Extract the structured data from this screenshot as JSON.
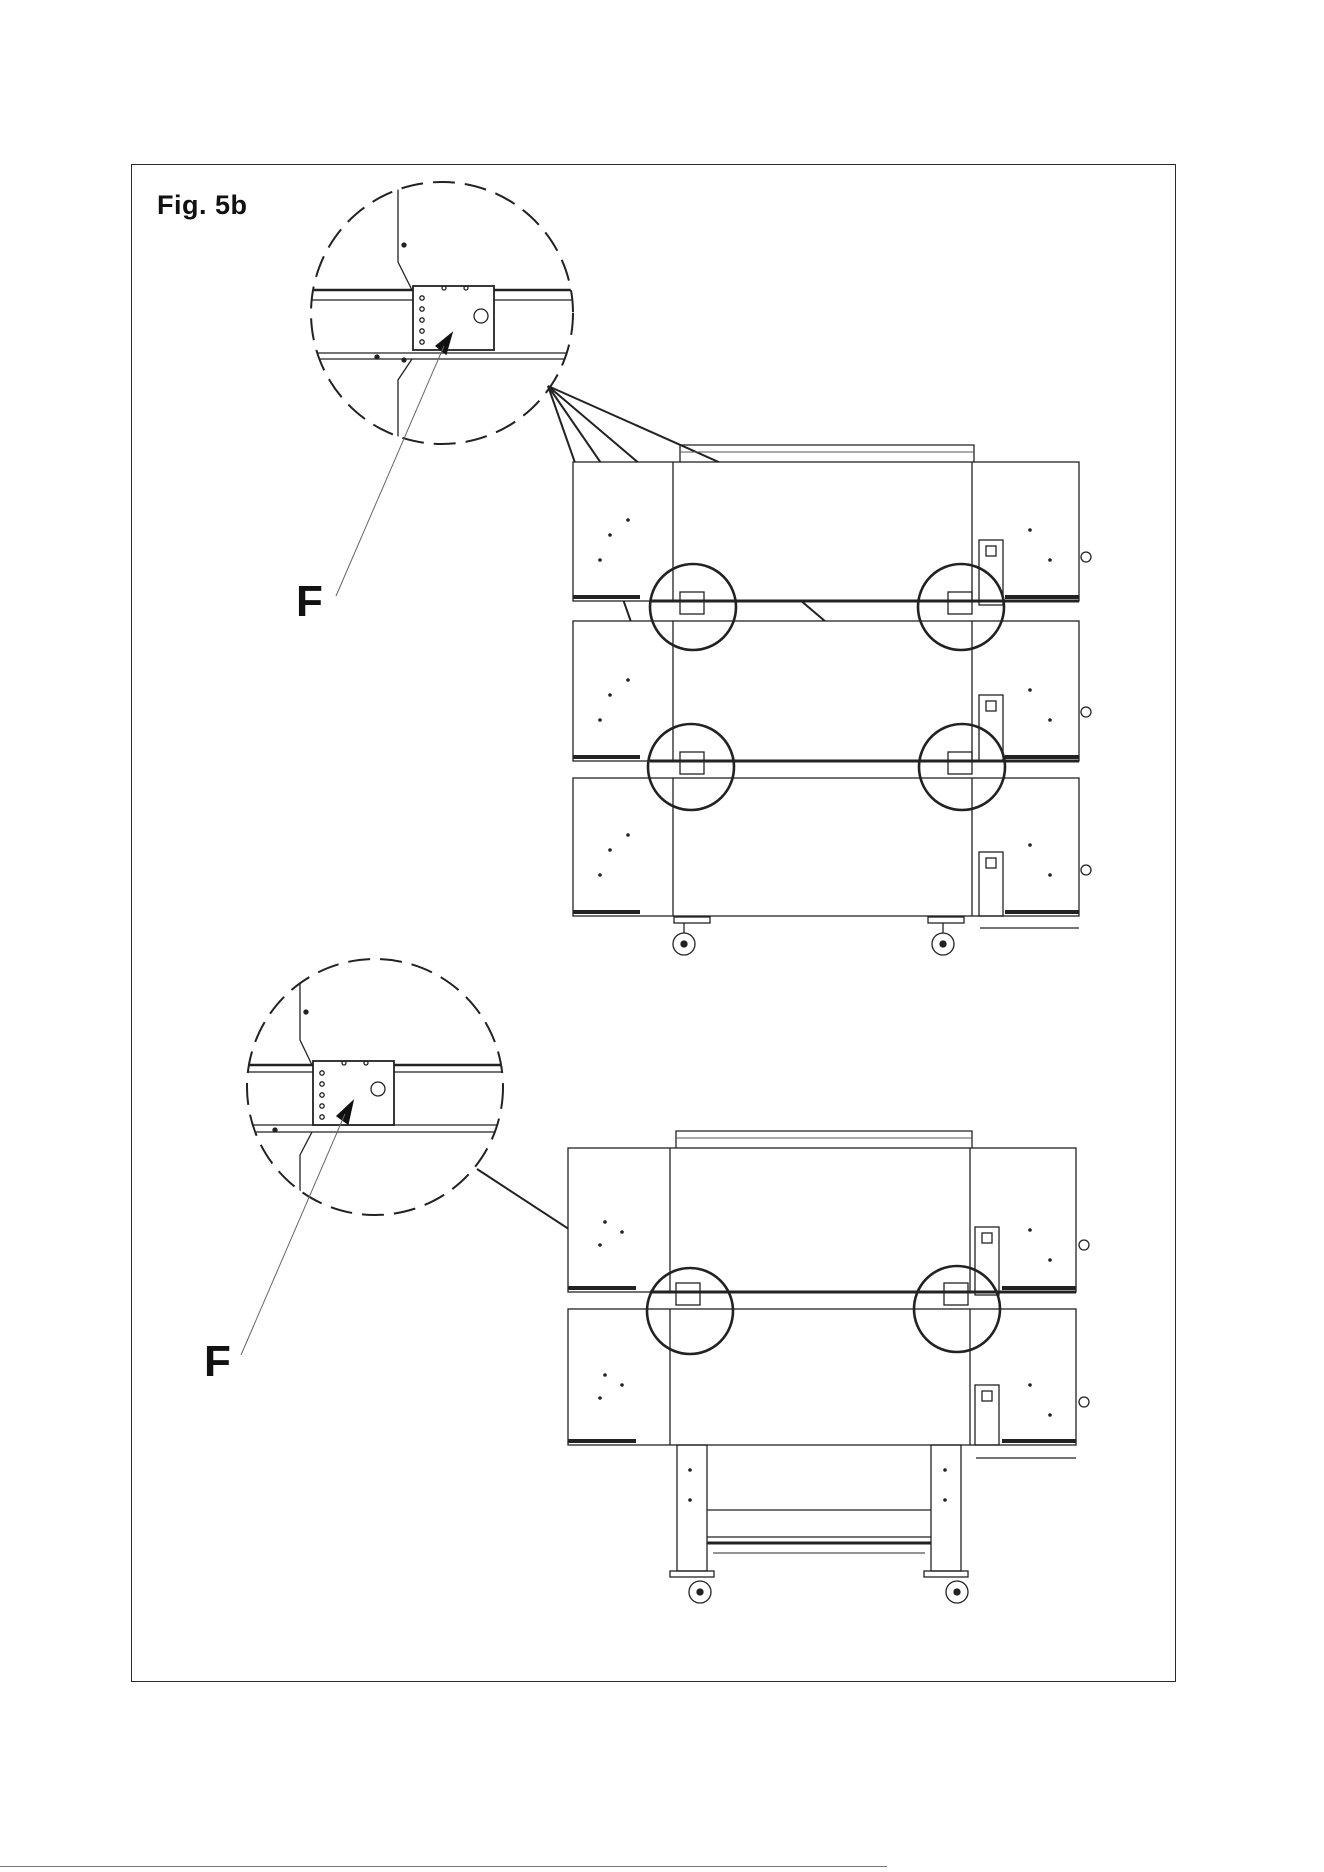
{
  "figure": {
    "title": "Fig. 5b",
    "callout_top": "F",
    "callout_bottom": "F"
  },
  "colors": {
    "line": "#222222",
    "thin_line": "#555555",
    "background": "#ffffff"
  }
}
